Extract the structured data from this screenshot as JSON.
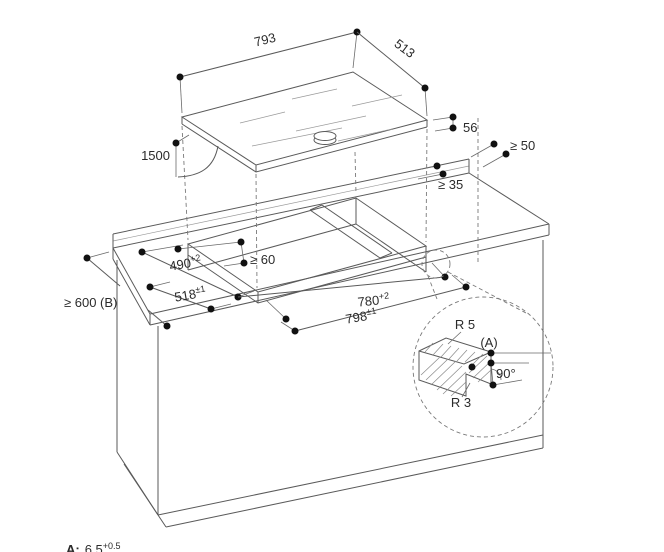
{
  "figure": {
    "type": "appliance-installation-diagram",
    "background": "#ffffff",
    "line_color": "#5a5a5a",
    "dot_color": "#111111",
    "text_color": "#2b2b2b"
  },
  "labels": {
    "width_top": "793",
    "depth_top": "513",
    "hob_thickness": "56",
    "cable_length": "1500",
    "gap_right": "≥ 50",
    "gap_rear": "≥ 35",
    "cutout_depth": {
      "main": "490",
      "sup": "+2"
    },
    "gap_front": {
      "main": "≥ 60"
    },
    "outer_depth": {
      "main": "518",
      "sup": "±1"
    },
    "cutout_width": {
      "main": "780",
      "sup": "+2"
    },
    "outer_width": {
      "main": "798",
      "sup": "±1"
    },
    "worktop_depth": "≥ 600 (B)",
    "detail": {
      "radius_top": "R 5",
      "ref_a": "(A)",
      "angle": "90°",
      "radius_bottom": "R 3"
    },
    "footnote": {
      "prefix": "A:",
      "value": "6.5",
      "sup": "+0.5"
    }
  }
}
